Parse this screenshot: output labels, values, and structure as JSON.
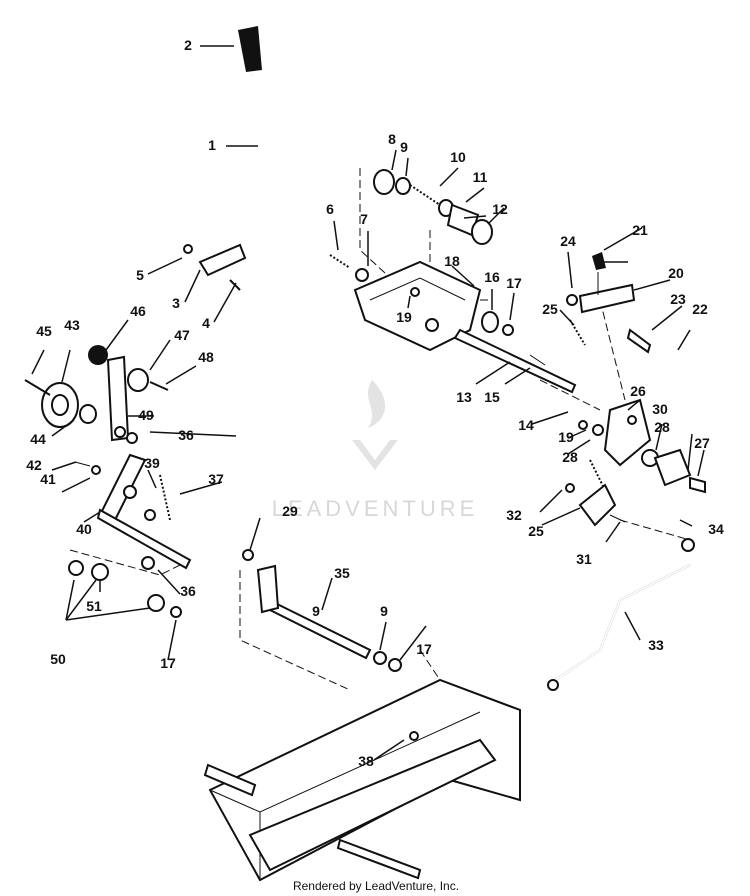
{
  "watermark": {
    "text": "LEADVENTURE"
  },
  "footer": {
    "text": "Rendered by LeadVenture, Inc."
  },
  "colors": {
    "line": "#111111",
    "watermark": "#d7d7d7",
    "background": "#ffffff"
  },
  "part_labels": [
    "1",
    "2",
    "3",
    "4",
    "5",
    "6",
    "7",
    "8",
    "9",
    "9",
    "9",
    "10",
    "11",
    "12",
    "13",
    "14",
    "15",
    "16",
    "17",
    "17",
    "17",
    "18",
    "19",
    "19",
    "20",
    "21",
    "22",
    "23",
    "24",
    "25",
    "25",
    "26",
    "27",
    "28",
    "28",
    "29",
    "30",
    "31",
    "32",
    "33",
    "34",
    "35",
    "36",
    "36",
    "37",
    "38",
    "39",
    "40",
    "41",
    "42",
    "43",
    "44",
    "45",
    "46",
    "47",
    "48",
    "49",
    "50",
    "51"
  ]
}
